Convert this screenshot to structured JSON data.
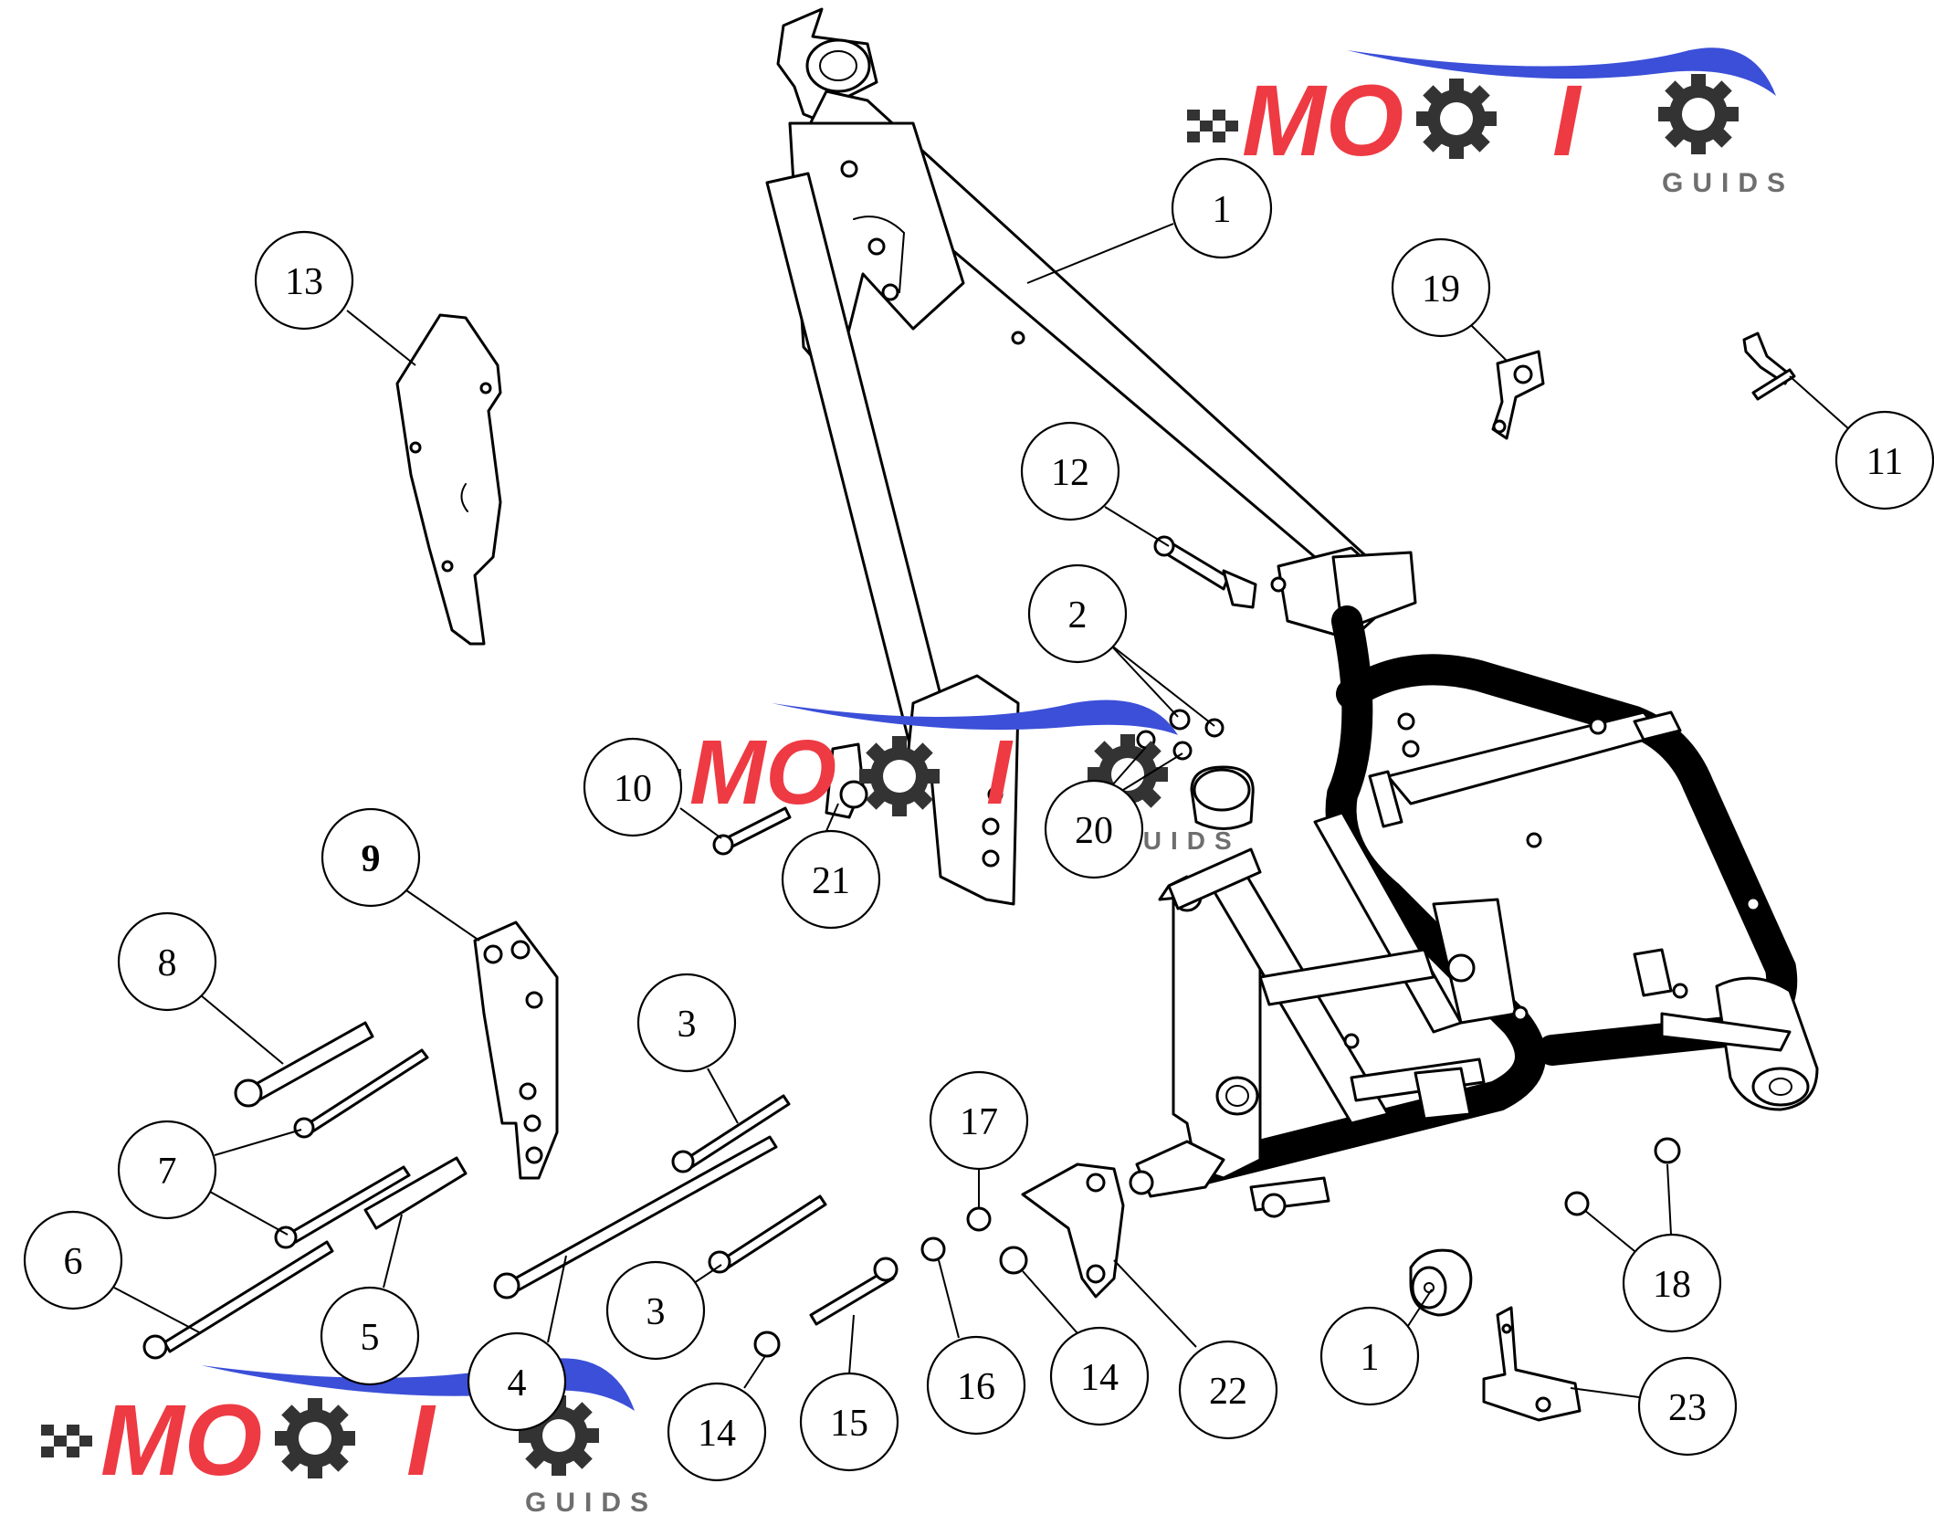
{
  "callouts": [
    {
      "id": "c1a",
      "label": "1"
    },
    {
      "id": "c1b",
      "label": "1"
    },
    {
      "id": "c2",
      "label": "2"
    },
    {
      "id": "c3a",
      "label": "3"
    },
    {
      "id": "c3b",
      "label": "3"
    },
    {
      "id": "c4",
      "label": "4"
    },
    {
      "id": "c5",
      "label": "5"
    },
    {
      "id": "c6",
      "label": "6"
    },
    {
      "id": "c7",
      "label": "7"
    },
    {
      "id": "c8",
      "label": "8"
    },
    {
      "id": "c9",
      "label": "9"
    },
    {
      "id": "c10",
      "label": "10"
    },
    {
      "id": "c11",
      "label": "11"
    },
    {
      "id": "c12",
      "label": "12"
    },
    {
      "id": "c13",
      "label": "13"
    },
    {
      "id": "c14a",
      "label": "14"
    },
    {
      "id": "c14b",
      "label": "14"
    },
    {
      "id": "c15",
      "label": "15"
    },
    {
      "id": "c16",
      "label": "16"
    },
    {
      "id": "c17",
      "label": "17"
    },
    {
      "id": "c18",
      "label": "18"
    },
    {
      "id": "c19",
      "label": "19"
    },
    {
      "id": "c20",
      "label": "20"
    },
    {
      "id": "c21",
      "label": "21"
    },
    {
      "id": "c22",
      "label": "22"
    },
    {
      "id": "c23",
      "label": "23"
    }
  ],
  "watermark": {
    "text_mo": "MO",
    "text_o": "O",
    "text_guids": "GUIDS",
    "colors": {
      "red": "#ee3a43",
      "blue": "#3b4fd8",
      "gray": "#6e6e6e",
      "dark": "#333333"
    }
  }
}
